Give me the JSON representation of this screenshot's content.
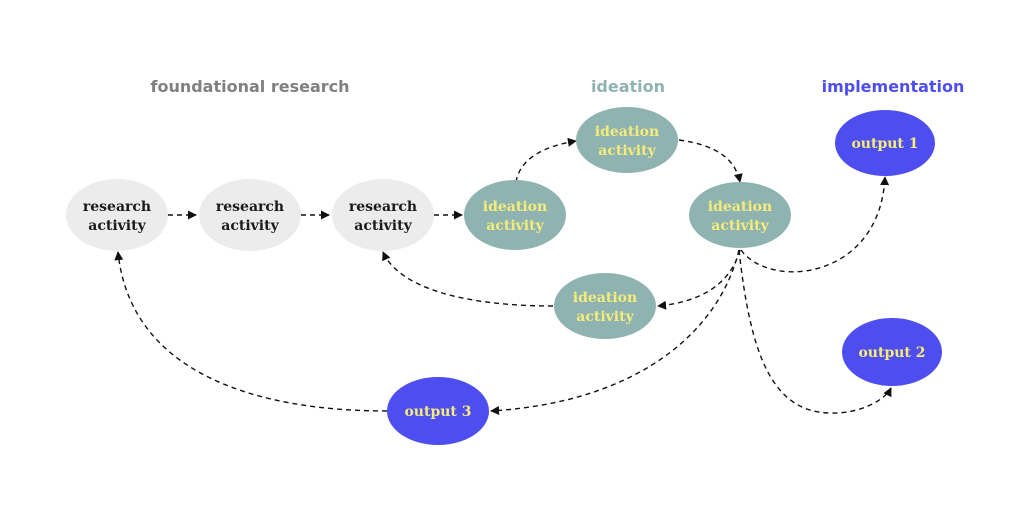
{
  "colors": {
    "research_fill": "#ececec",
    "research_text": "#1a1a1a",
    "ideation_fill": "#8fb3b1",
    "ideation_text": "#f5ec7a",
    "output_fill": "#4e4ef0",
    "output_text": "#f5ec7a",
    "foundational_title": "#808080",
    "ideation_title": "#8fb3b1",
    "implementation_title": "#4e4ef0"
  },
  "sections": [
    {
      "id": "foundational",
      "label": "foundational research"
    },
    {
      "id": "ideation",
      "label": "ideation"
    },
    {
      "id": "implementation",
      "label": "implementation"
    }
  ],
  "nodes": [
    {
      "id": "r1",
      "kind": "research",
      "lines": [
        "research",
        "activity"
      ]
    },
    {
      "id": "r2",
      "kind": "research",
      "lines": [
        "research",
        "activity"
      ]
    },
    {
      "id": "r3",
      "kind": "research",
      "lines": [
        "research",
        "activity"
      ]
    },
    {
      "id": "i1",
      "kind": "ideation",
      "lines": [
        "ideation",
        "activity"
      ]
    },
    {
      "id": "i2",
      "kind": "ideation",
      "lines": [
        "ideation",
        "activity"
      ]
    },
    {
      "id": "i3",
      "kind": "ideation",
      "lines": [
        "ideation",
        "activity"
      ]
    },
    {
      "id": "i4",
      "kind": "ideation",
      "lines": [
        "ideation",
        "activity"
      ]
    },
    {
      "id": "o1",
      "kind": "output",
      "lines": [
        "output 1"
      ]
    },
    {
      "id": "o2",
      "kind": "output",
      "lines": [
        "output 2"
      ]
    },
    {
      "id": "o3",
      "kind": "output",
      "lines": [
        "output 3"
      ]
    }
  ],
  "edges": [
    {
      "from": "r1",
      "to": "r2"
    },
    {
      "from": "r2",
      "to": "r3"
    },
    {
      "from": "r3",
      "to": "i1"
    },
    {
      "from": "i1",
      "to": "i2"
    },
    {
      "from": "i2",
      "to": "i3"
    },
    {
      "from": "i3",
      "to": "o1"
    },
    {
      "from": "i3",
      "to": "i4"
    },
    {
      "from": "i4",
      "to": "r3"
    },
    {
      "from": "i3",
      "to": "o2"
    },
    {
      "from": "i3",
      "to": "o3"
    },
    {
      "from": "o3",
      "to": "r1"
    }
  ]
}
